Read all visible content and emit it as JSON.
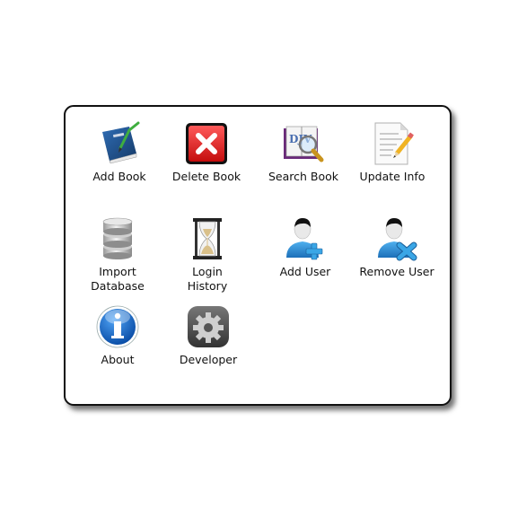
{
  "menu": {
    "items": [
      {
        "label": "Add Book",
        "icon": "blue-book-icon"
      },
      {
        "label": "Delete Book",
        "icon": "red-x-icon"
      },
      {
        "label": "Search Book",
        "icon": "book-magnifier-icon"
      },
      {
        "label": "Update Info",
        "icon": "document-pencil-icon"
      },
      {
        "label": "Import\nDatabase",
        "icon": "database-icon"
      },
      {
        "label": "Login\nHistory",
        "icon": "hourglass-icon"
      },
      {
        "label": "Add User",
        "icon": "user-plus-icon"
      },
      {
        "label": "Remove User",
        "icon": "user-remove-icon"
      },
      {
        "label": "About",
        "icon": "info-icon"
      },
      {
        "label": "Developer",
        "icon": "gear-icon"
      }
    ]
  },
  "colors": {
    "book_blue": "#1f4f86",
    "danger_red": "#d71f1f",
    "user_blue": "#2b8fd6",
    "info_blue": "#1a72d1",
    "gear_dark": "#555555"
  }
}
